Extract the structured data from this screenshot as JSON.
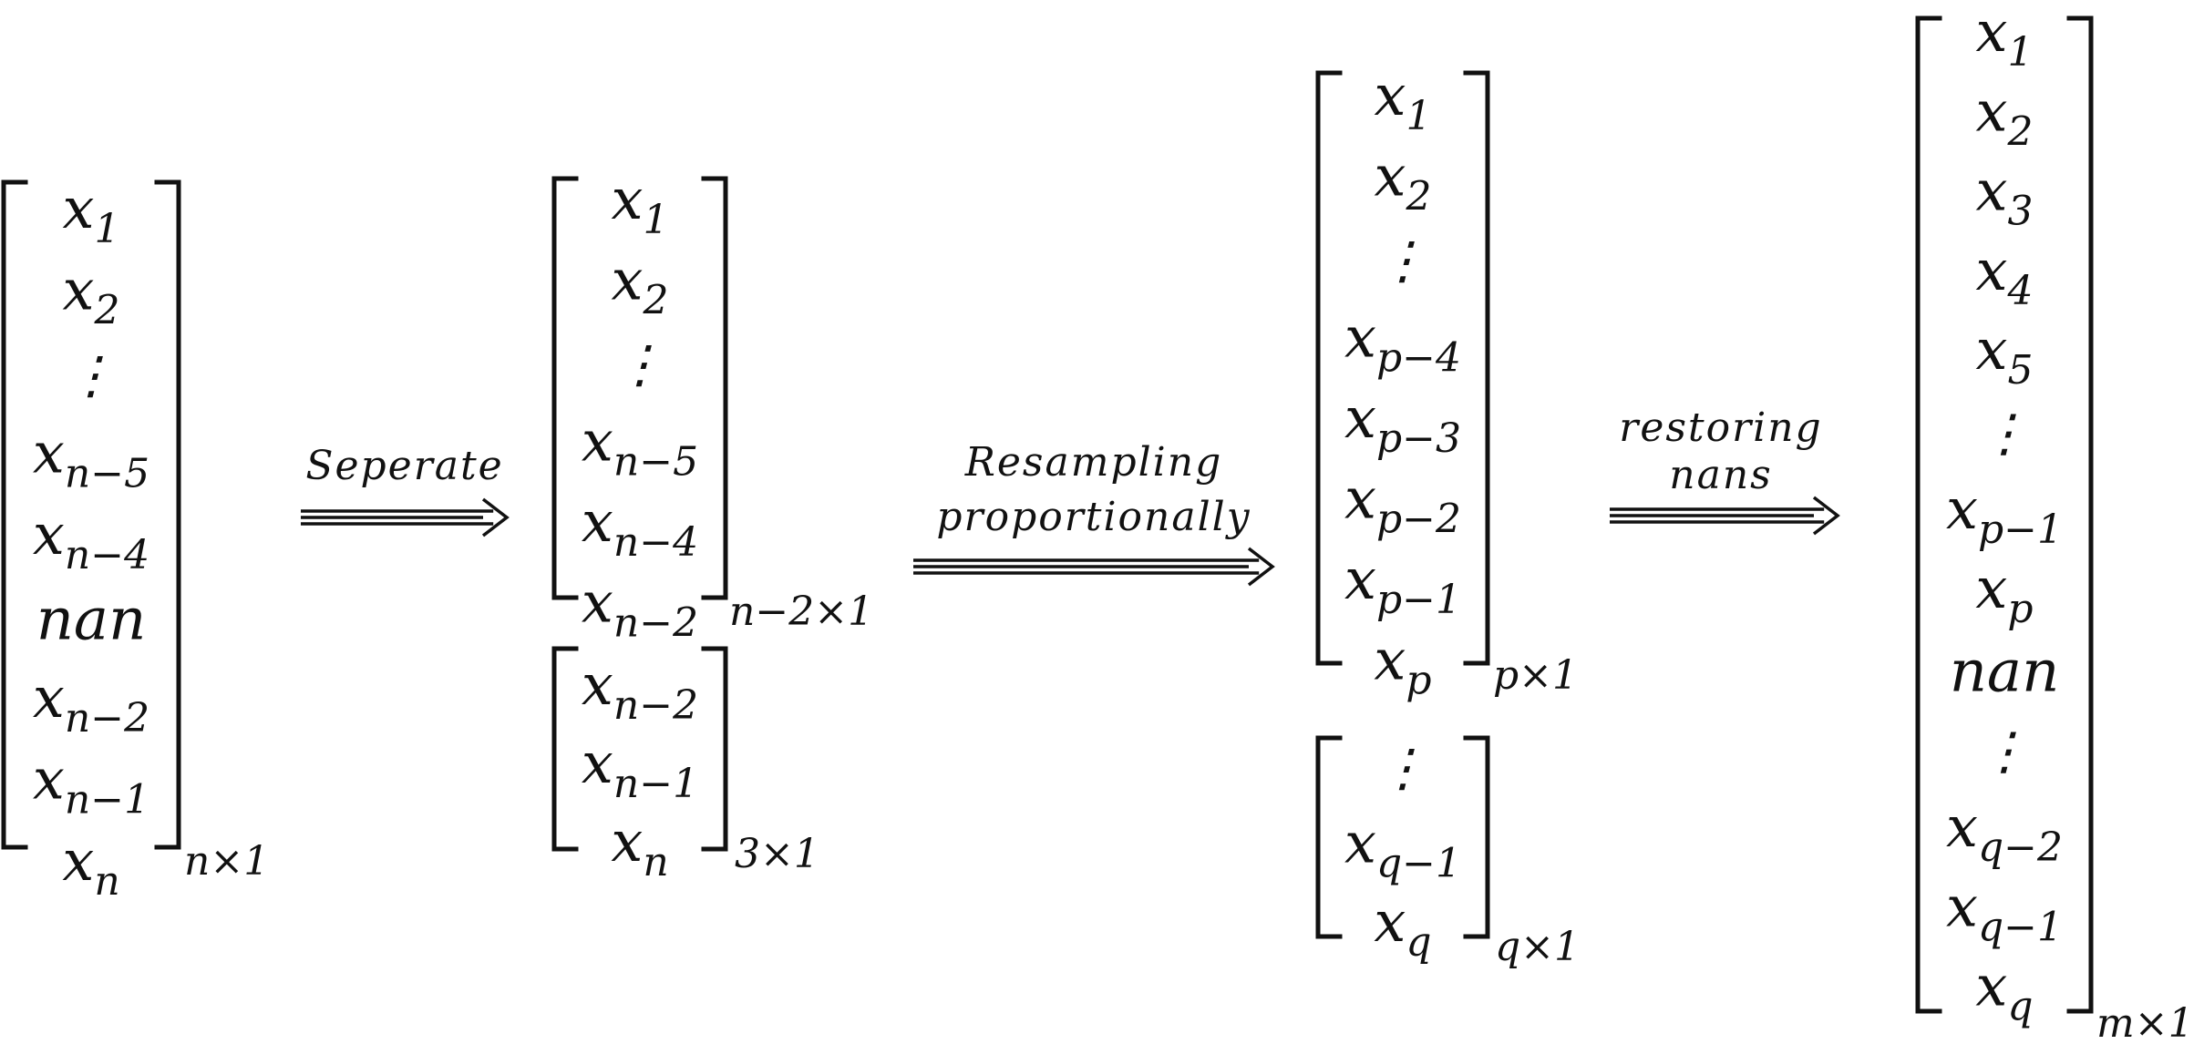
{
  "colors": {
    "ink": "#111111",
    "background": "#ffffff"
  },
  "matrices": [
    {
      "id": "input",
      "entries": [
        {
          "base": "x",
          "sub": "1"
        },
        {
          "base": "x",
          "sub": "2"
        },
        {
          "base": "⋮",
          "sub": ""
        },
        {
          "base": "x",
          "sub": "n−5"
        },
        {
          "base": "x",
          "sub": "n−4"
        },
        {
          "base": "nan",
          "sub": ""
        },
        {
          "base": "x",
          "sub": "n−2"
        },
        {
          "base": "x",
          "sub": "n−1"
        },
        {
          "base": "x",
          "sub": "n"
        }
      ],
      "dim": "n×1"
    },
    {
      "id": "part-a",
      "entries": [
        {
          "base": "x",
          "sub": "1"
        },
        {
          "base": "x",
          "sub": "2"
        },
        {
          "base": "⋮",
          "sub": ""
        },
        {
          "base": "x",
          "sub": "n−5"
        },
        {
          "base": "x",
          "sub": "n−4"
        },
        {
          "base": "x",
          "sub": "n−2"
        }
      ],
      "dim": "n−2×1"
    },
    {
      "id": "part-b",
      "entries": [
        {
          "base": "x",
          "sub": "n−2"
        },
        {
          "base": "x",
          "sub": "n−1"
        },
        {
          "base": "x",
          "sub": "n"
        }
      ],
      "dim": "3×1"
    },
    {
      "id": "resampled-p",
      "entries": [
        {
          "base": "x",
          "sub": "1"
        },
        {
          "base": "x",
          "sub": "2"
        },
        {
          "base": "⋮",
          "sub": ""
        },
        {
          "base": "x",
          "sub": "p−4"
        },
        {
          "base": "x",
          "sub": "p−3"
        },
        {
          "base": "x",
          "sub": "p−2"
        },
        {
          "base": "x",
          "sub": "p−1"
        },
        {
          "base": "x",
          "sub": "p"
        }
      ],
      "dim": "p×1"
    },
    {
      "id": "resampled-q",
      "entries": [
        {
          "base": "⋮",
          "sub": ""
        },
        {
          "base": "x",
          "sub": "q−1"
        },
        {
          "base": "x",
          "sub": "q"
        }
      ],
      "dim": "q×1"
    },
    {
      "id": "output",
      "entries": [
        {
          "base": "x",
          "sub": "1"
        },
        {
          "base": "x",
          "sub": "2"
        },
        {
          "base": "x",
          "sub": "3"
        },
        {
          "base": "x",
          "sub": "4"
        },
        {
          "base": "x",
          "sub": "5"
        },
        {
          "base": "⋮",
          "sub": ""
        },
        {
          "base": "x",
          "sub": "p−1"
        },
        {
          "base": "x",
          "sub": "p"
        },
        {
          "base": "nan",
          "sub": ""
        },
        {
          "base": "⋮",
          "sub": ""
        },
        {
          "base": "x",
          "sub": "q−2"
        },
        {
          "base": "x",
          "sub": "q−1"
        },
        {
          "base": "x",
          "sub": "q"
        }
      ],
      "dim": "m×1"
    }
  ],
  "arrows": [
    {
      "id": "separate",
      "lines": [
        "Seperate"
      ]
    },
    {
      "id": "resample",
      "lines": [
        "Resampling",
        "proportionally"
      ]
    },
    {
      "id": "restore",
      "lines": [
        "restoring",
        "nans"
      ]
    }
  ]
}
